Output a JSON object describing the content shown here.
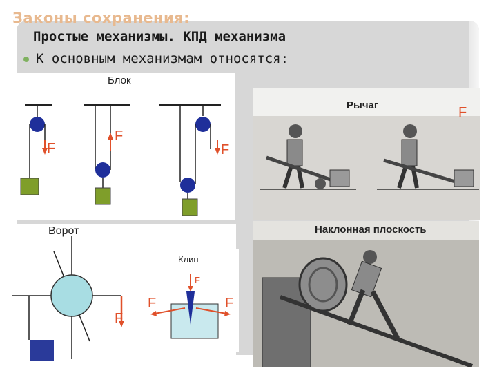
{
  "header": {
    "title": "Законы сохранения:"
  },
  "slide": {
    "title": "Простые механизмы. КПД механизма",
    "bullet": "К основным механизмам относятся:"
  },
  "figures": {
    "block": {
      "label": "Блок",
      "force_labels": [
        "F",
        "F",
        "F"
      ]
    },
    "lever": {
      "label": "Рычаг",
      "force_labels": [
        "F"
      ]
    },
    "windlass": {
      "label": "Ворот",
      "force_labels": [
        "F"
      ]
    },
    "wedge": {
      "label": "Клин",
      "force_labels": [
        "F",
        "F",
        "F"
      ]
    },
    "incline": {
      "label": "Наклонная плоскость"
    }
  },
  "colors": {
    "header": "#e8b98f",
    "bullet": "#7fb15f",
    "force_arrow": "#e0502a",
    "pulley": "#1f2f9a",
    "load_green": "#7f9e2a",
    "load_blue": "#2a3a9a",
    "drum": "#a8dde3"
  }
}
